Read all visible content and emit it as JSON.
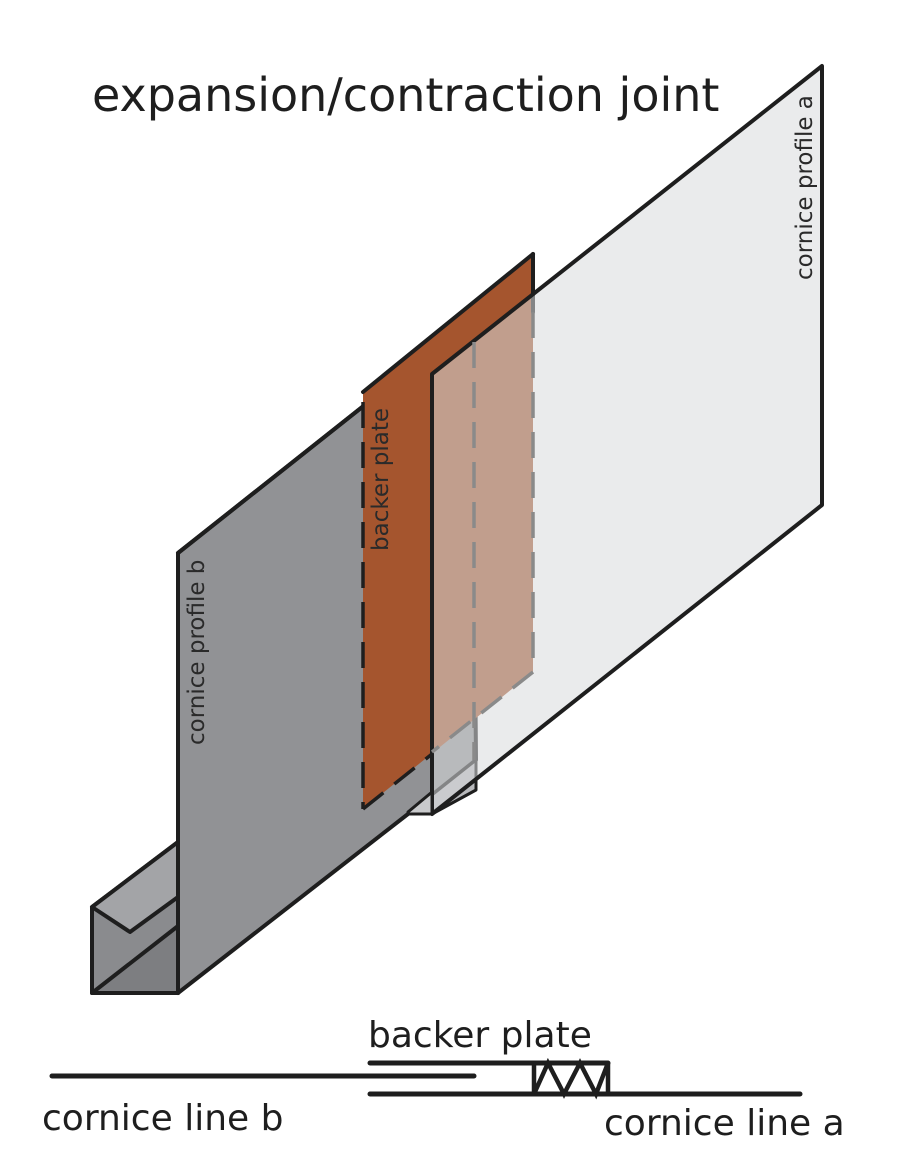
{
  "title": "expansion/contraction joint",
  "labels": {
    "cornice_profile_a": "cornice profile a",
    "cornice_profile_b": "cornice profile b",
    "backer_plate_3d": "backer plate",
    "backer_plate_section": "backer plate",
    "cornice_line_a": "cornice line a",
    "cornice_line_b": "cornice line b"
  },
  "colors": {
    "profile_b_fill": "#919295",
    "profile_b_dark": "#7f8083",
    "profile_a_fill": "#d9dadc",
    "backer_plate": "#a5552e",
    "outline": "#1e1e1e"
  }
}
